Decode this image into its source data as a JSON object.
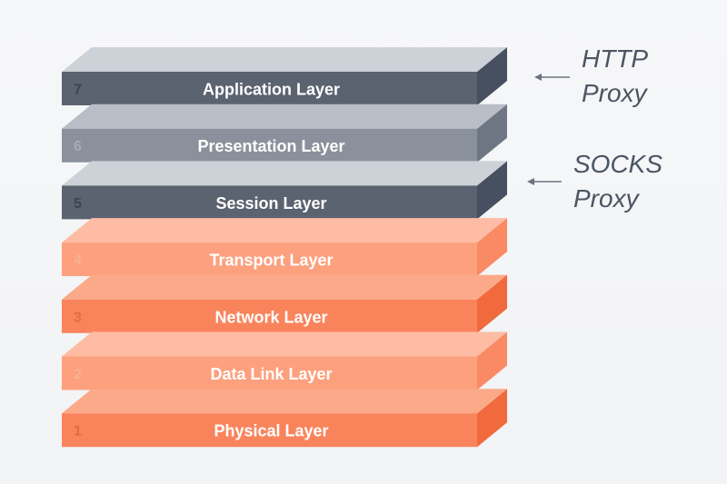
{
  "layers": [
    {
      "number": "7",
      "label": "Application Layer",
      "group": "dark"
    },
    {
      "number": "6",
      "label": "Presentation Layer",
      "group": "light-gray"
    },
    {
      "number": "5",
      "label": "Session Layer",
      "group": "dark"
    },
    {
      "number": "4",
      "label": "Transport Layer",
      "group": "light-orange"
    },
    {
      "number": "3",
      "label": "Network Layer",
      "group": "orange"
    },
    {
      "number": "2",
      "label": "Data Link Layer",
      "group": "light-orange"
    },
    {
      "number": "1",
      "label": "Physical Layer",
      "group": "orange"
    }
  ],
  "annotations": [
    {
      "line1": "HTTP",
      "line2": "Proxy",
      "points_to_layer": "7"
    },
    {
      "line1": "SOCKS",
      "line2": "Proxy",
      "points_to_layer": "5"
    }
  ],
  "colors": {
    "dark": {
      "front": "#5b6270",
      "top": "#cdd1d8",
      "side": "#475061",
      "number": "#3b4250"
    },
    "light-gray": {
      "front": "#8b919c",
      "top": "#b9bec6",
      "side": "#6f7683",
      "number": "#a7acb5"
    },
    "orange": {
      "front": "#f9845c",
      "top": "#fca98a",
      "side": "#f06a3d",
      "number": "#e36a42"
    },
    "light-orange": {
      "front": "#fca07e",
      "top": "#fdbca3",
      "side": "#f98a64",
      "number": "#f8b091"
    },
    "annotation_text": "#4b5563",
    "arrow": "#6b7280"
  }
}
